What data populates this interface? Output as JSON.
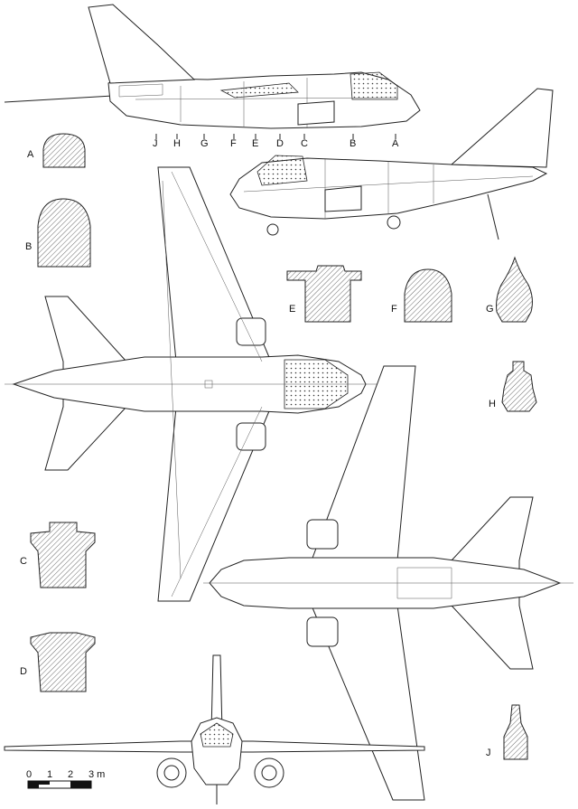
{
  "station_labels": [
    "J",
    "H",
    "G",
    "F",
    "E",
    "D",
    "C",
    "B",
    "A"
  ],
  "sections": [
    {
      "id": "A",
      "label": "A"
    },
    {
      "id": "B",
      "label": "B"
    },
    {
      "id": "C",
      "label": "C"
    },
    {
      "id": "D",
      "label": "D"
    },
    {
      "id": "E",
      "label": "E"
    },
    {
      "id": "F",
      "label": "F"
    },
    {
      "id": "G",
      "label": "G"
    },
    {
      "id": "H",
      "label": "H"
    },
    {
      "id": "J",
      "label": "J"
    }
  ],
  "scale_bar": {
    "ticks": [
      "0",
      "1",
      "2",
      "3 m"
    ]
  },
  "colors": {
    "line": "#222222",
    "background": "#ffffff"
  }
}
